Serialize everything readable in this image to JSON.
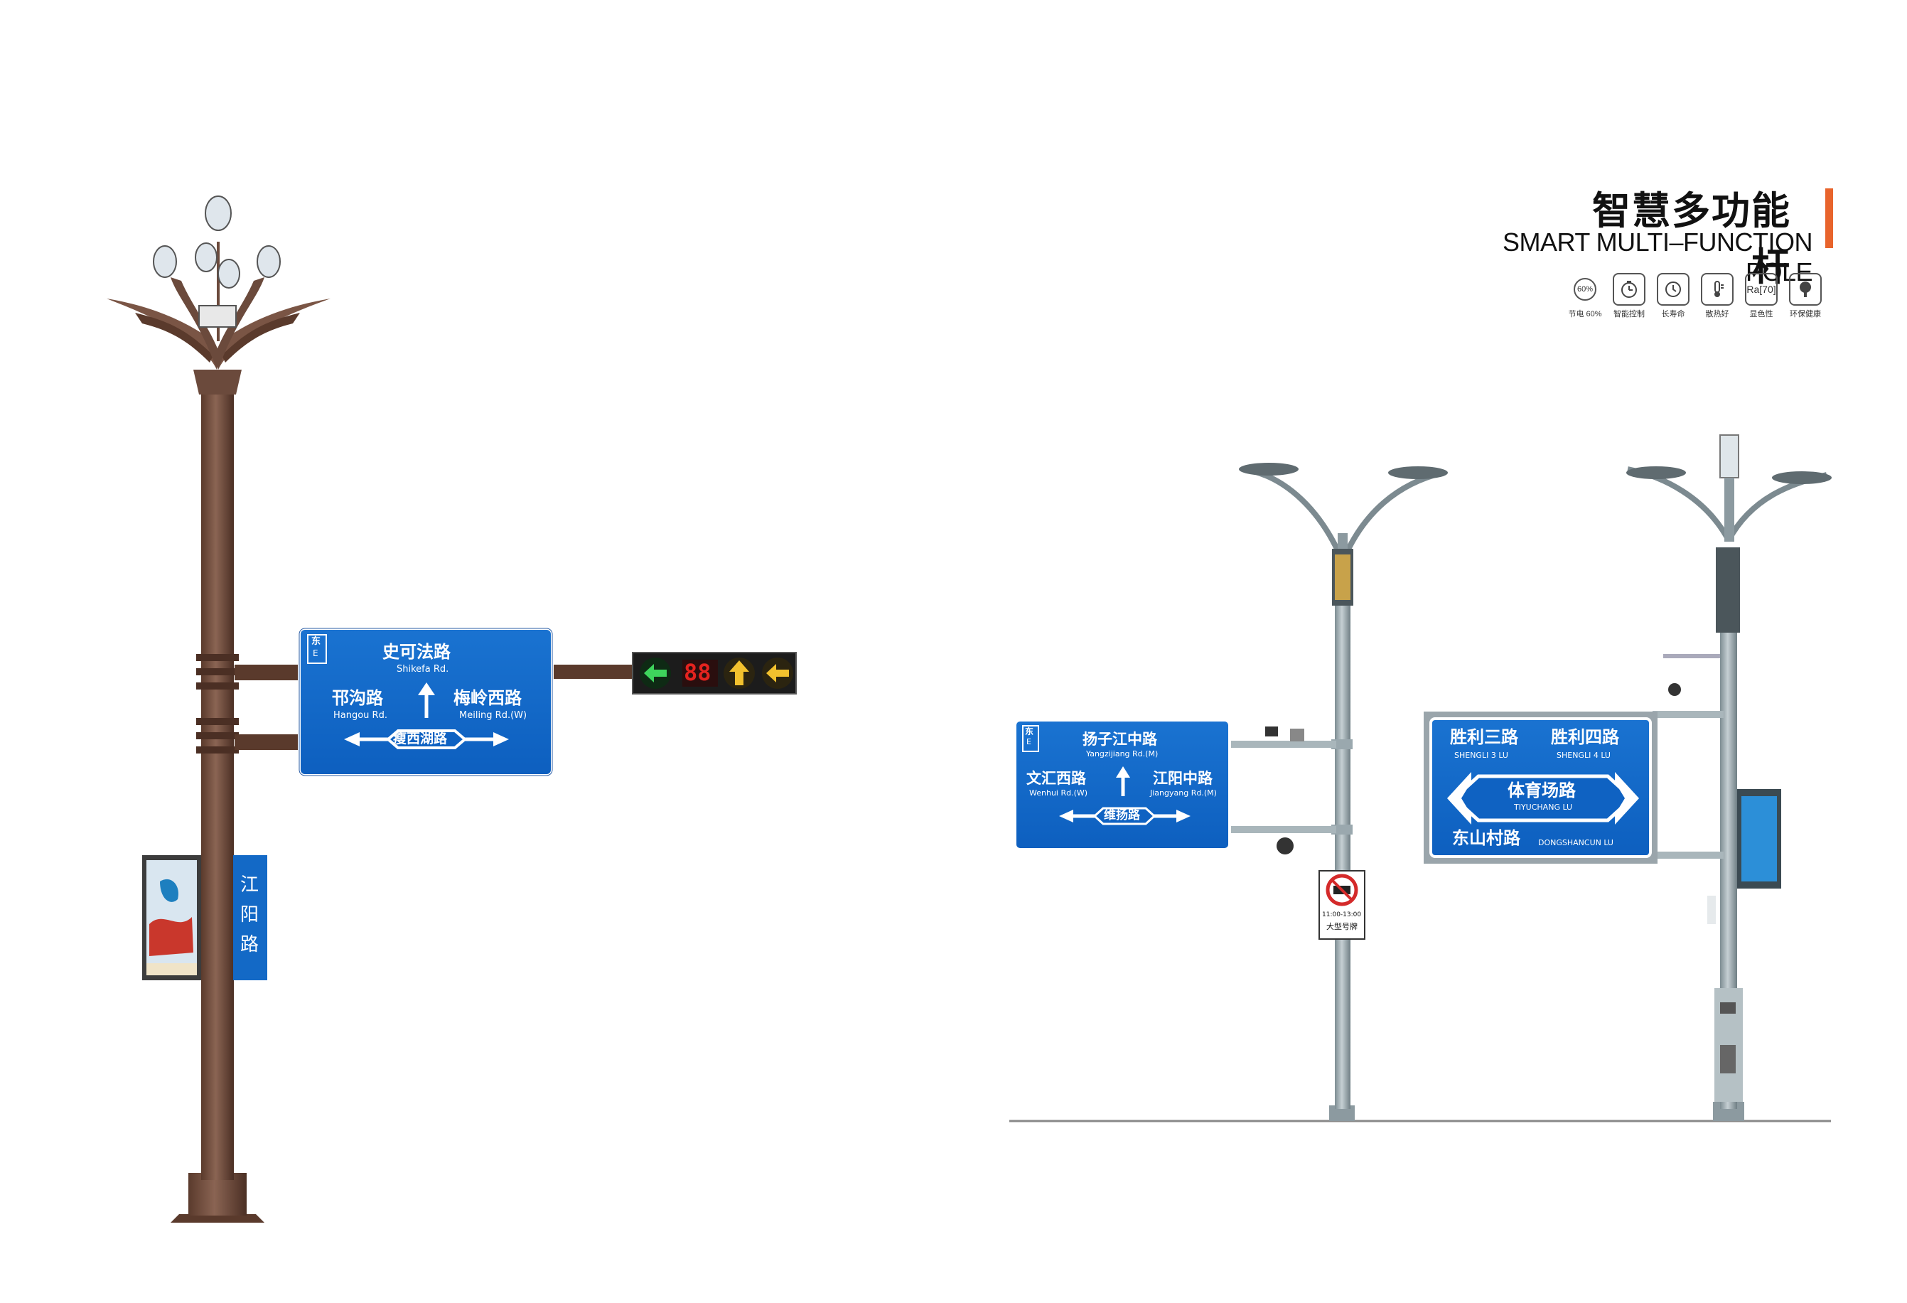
{
  "header": {
    "title_cn": "智慧多功能杆",
    "title_en": "SMART MULTI–FUNCTION POLE",
    "accent_color": "#e8642c"
  },
  "features": [
    {
      "icon": "60%",
      "label": "节电 60%"
    },
    {
      "icon": "clock-icon",
      "label": "智能控制"
    },
    {
      "icon": "timer-icon",
      "label": "长寿命"
    },
    {
      "icon": "thermometer-icon",
      "label": "散热好"
    },
    {
      "icon": "Ra[70]",
      "label": "显色性"
    },
    {
      "icon": "tree-icon",
      "label": "环保健康"
    }
  ],
  "pole_left": {
    "sign": {
      "dir_cn": "东",
      "dir_en": "E",
      "top_cn": "史可法路",
      "top_en": "Shikefa  Rd.",
      "left_cn": "邗沟路",
      "left_en": "Hangou  Rd.",
      "right_cn": "梅岭西路",
      "right_en": "Meiling  Rd.(W)",
      "bottom_cn": "瘦西湖路"
    },
    "signal": {
      "countdown": "88"
    },
    "banner": [
      "江",
      "阳",
      "路"
    ]
  },
  "pole_mid": {
    "sign": {
      "dir_cn": "东",
      "dir_en": "E",
      "top_cn": "扬子江中路",
      "top_en": "Yangzijiang  Rd.(M)",
      "left_cn": "文汇西路",
      "left_en": "Wenhui  Rd.(W)",
      "right_cn": "江阳中路",
      "right_en": "Jiangyang  Rd.(M)",
      "bottom_cn": "维扬路"
    },
    "restriction": {
      "time": "11:00-13:00",
      "text": "大型号牌"
    }
  },
  "pole_right": {
    "sign": {
      "top_left_cn": "胜利三路",
      "top_left_en": "SHENGLI  3  LU",
      "top_right_cn": "胜利四路",
      "top_right_en": "SHENGLI  4  LU",
      "center_cn": "体育场路",
      "center_en": "TIYUCHANG  LU",
      "bottom_cn": "东山村路",
      "bottom_en": "DONGSHANCUN  LU"
    }
  }
}
